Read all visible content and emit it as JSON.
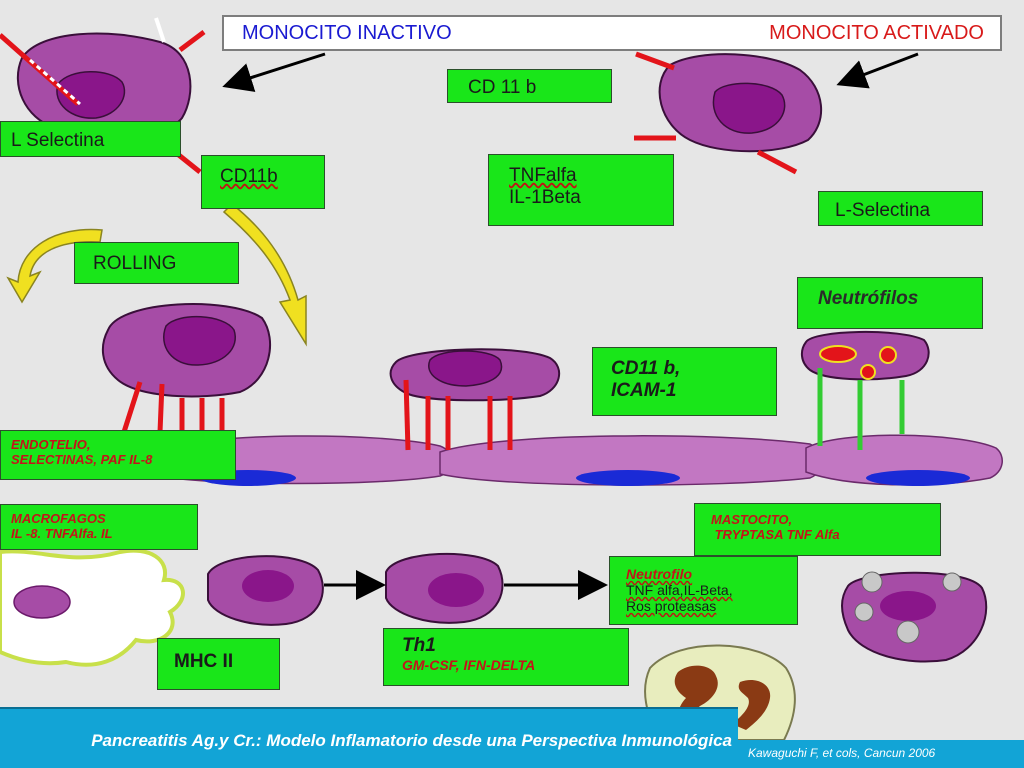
{
  "header": {
    "inactive": "MONOCITO INACTIVO",
    "active": "MONOCITO ACTIVADO"
  },
  "labels": {
    "cd11b_top": "CD 11 b",
    "l_selectina_left": "L Selectina",
    "cd11b_left": "CD11b",
    "tnf": [
      "TNFalfa",
      "IL-1Beta"
    ],
    "l_selectina_right": "L-Selectina",
    "rolling": "ROLLING",
    "neutrofilos": "Neutrófilos",
    "cd11b_icam": [
      "CD11 b,",
      "ICAM-1"
    ],
    "endotelio": [
      "ENDOTELIO,",
      "SELECTINAS, PAF IL-8"
    ],
    "macrofagos": [
      "MACROFAGOS",
      "IL -8. TNFAlfa. IL"
    ],
    "mastocito": [
      "MASTOCITO,",
      " TRYPTASA TNF Alfa"
    ],
    "neutrofilo": [
      "Neutrofilo",
      "TNF alfa,IL-Beta,",
      "Ros proteasas"
    ],
    "mhc": "MHC II",
    "th1": [
      "Th1",
      "GM-CSF, IFN-DELTA"
    ]
  },
  "footer": {
    "title": "Pancreatitis Ag.y Cr.: Modelo Inflamatorio  desde una Perspectiva Inmunológica",
    "credit": "Kawaguchi F, et cols, Cancun 2006"
  },
  "colors": {
    "box_green": "#19e619",
    "cell_purple": "#a64ca6",
    "nucleus_purple": "#8a168a",
    "endothelium": "#c277c2",
    "endothelium_nucleus": "#1a2ad6",
    "receptor_red": "#e3141a",
    "receptor_green": "#33cc33",
    "arrow_yellow": "#f0e020",
    "footer_blue": "#12a4d6"
  }
}
